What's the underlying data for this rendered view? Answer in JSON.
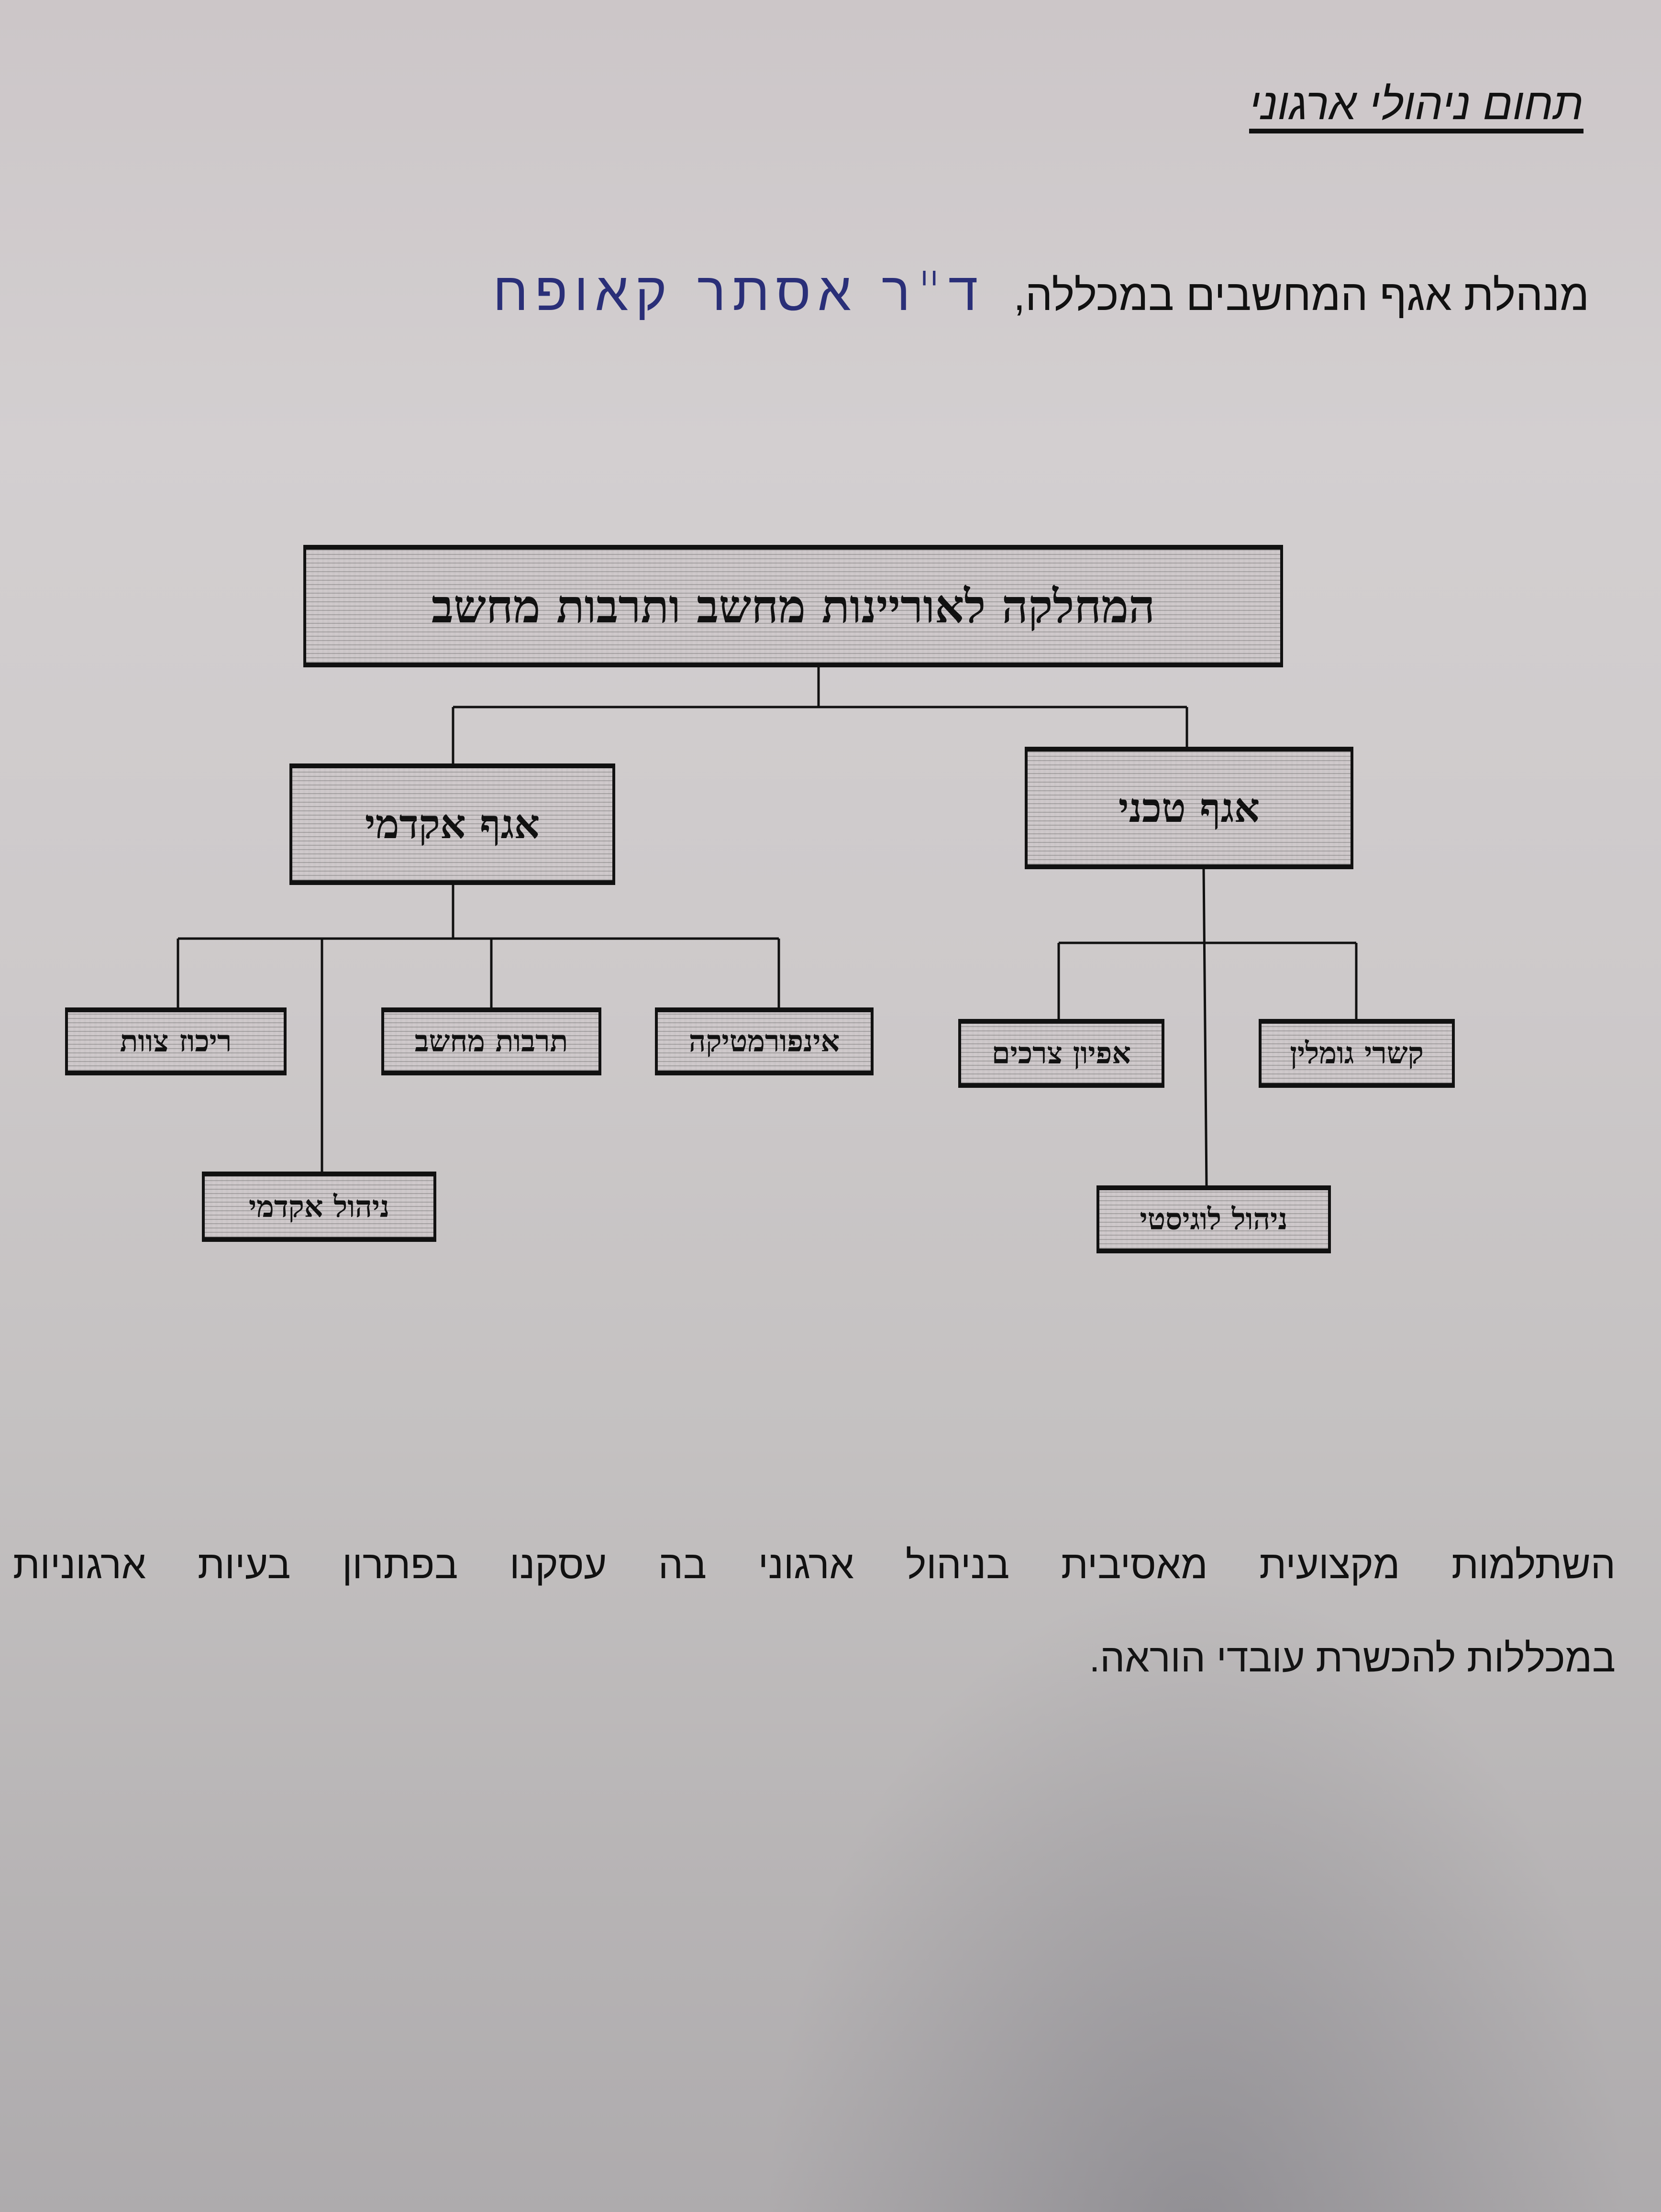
{
  "heading": "תחום ניהולי ארגוני",
  "manager": {
    "label": "מנהלת אגף המחשבים במכללה,",
    "name_handwritten": "ד\"ר אסתר קאופח"
  },
  "org_chart": {
    "root": "המחלקה לאוריינות מחשב ותרבות מחשב",
    "divisions": [
      {
        "label": "אגף טכני",
        "units": [
          "קשרי גומלין",
          "אפיון צרכים",
          "ניהול לוגיסטי"
        ]
      },
      {
        "label": "אגף אקדמי",
        "units": [
          "אינפורמטיקה",
          "תרבות מחשב",
          "ריכוז צוות",
          "ניהול אקדמי"
        ]
      }
    ]
  },
  "paragraph": {
    "line1": "השתלמות מקצועית מאסיבית בניהול ארגוני בה עסקנו בפתרון בעיות ארגוניות",
    "line2": "במכללות להכשרת עובדי הוראה."
  }
}
